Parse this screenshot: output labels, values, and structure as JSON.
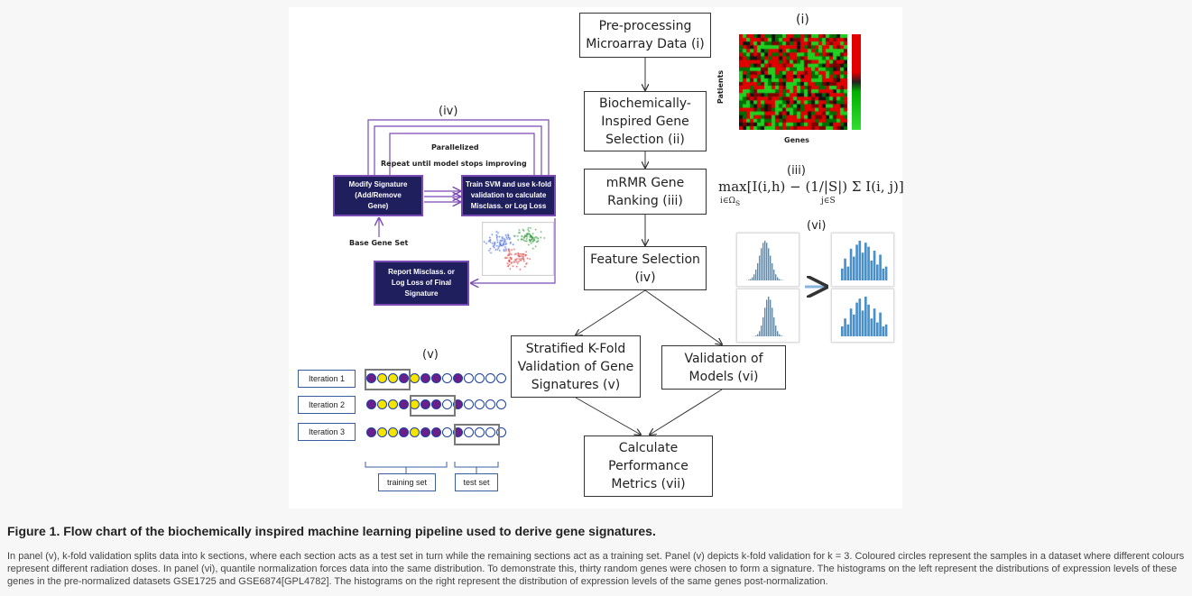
{
  "flow": {
    "preprocess": "Pre-processing\nMicroarray Data (i)",
    "bio": "Biochemically-\nInspired Gene\nSelection (ii)",
    "mrmr": "mRMR Gene\nRanking (iii)",
    "feature": "Feature Selection\n(iv)",
    "stratified": "Stratified K-Fold\nValidation of Gene\nSignatures (v)",
    "validation": "Validation of\nModels (vi)",
    "calculate": "Calculate\nPerformance\nMetrics (vii)"
  },
  "panel_i": {
    "label": "(i)",
    "ylabel": "Patients",
    "xlabel": "Genes"
  },
  "panel_iii": {
    "label": "(iii)",
    "formula": "max[I(i,h) − (1/|S|) Σ I(i, j)]",
    "under_max": "i∈Ω",
    "under_max_sub": "S",
    "under_sum": "j∈S"
  },
  "panel_iv": {
    "label": "(iv)",
    "parallelized": "Parallelized",
    "repeat": "Repeat until model stops improving",
    "modify": "Modify Signature\n(Add/Remove\nGene)",
    "train": "Train SVM and use k-fold\nvalidation to calculate\nMisclass. or Log Loss",
    "base": "Base Gene Set",
    "report": "Report Misclass. or\nLog Loss of Final\nSignature"
  },
  "panel_v": {
    "label": "(v)",
    "iterations": [
      "Iteration 1",
      "Iteration 2",
      "Iteration 3"
    ],
    "training": "training set",
    "test": "test set"
  },
  "panel_vi": {
    "label": "(vi)"
  },
  "colors": {
    "navy": "#1f1f5e",
    "purple": "#7b4bb5",
    "circle_purple": "#6a1f8a",
    "circle_yellow": "#f5e400",
    "hist_blue": "#4a90c8",
    "arrow_blue": "#8ab4dd"
  },
  "caption": {
    "title": "Figure 1. Flow chart of the biochemically inspired machine learning pipeline used to derive gene signatures.",
    "body": "In panel (v), k-fold validation splits data into k sections, where each section acts as a test set in turn while the remaining sections act as a training set. Panel (v) depicts k-fold validation for k = 3. Coloured circles represent the samples in a dataset where different colours represent different radiation doses. In panel (vi), quantile normalization forces data into the same distribution. To demonstrate this, thirty random genes were chosen to form a signature. The histograms on the left represent the distributions of expression levels of these genes in the pre-normalized datasets GSE1725 and GSE6874[GPL4782]. The histograms on the right represent the distribution of expression levels of the same genes post-normalization."
  }
}
